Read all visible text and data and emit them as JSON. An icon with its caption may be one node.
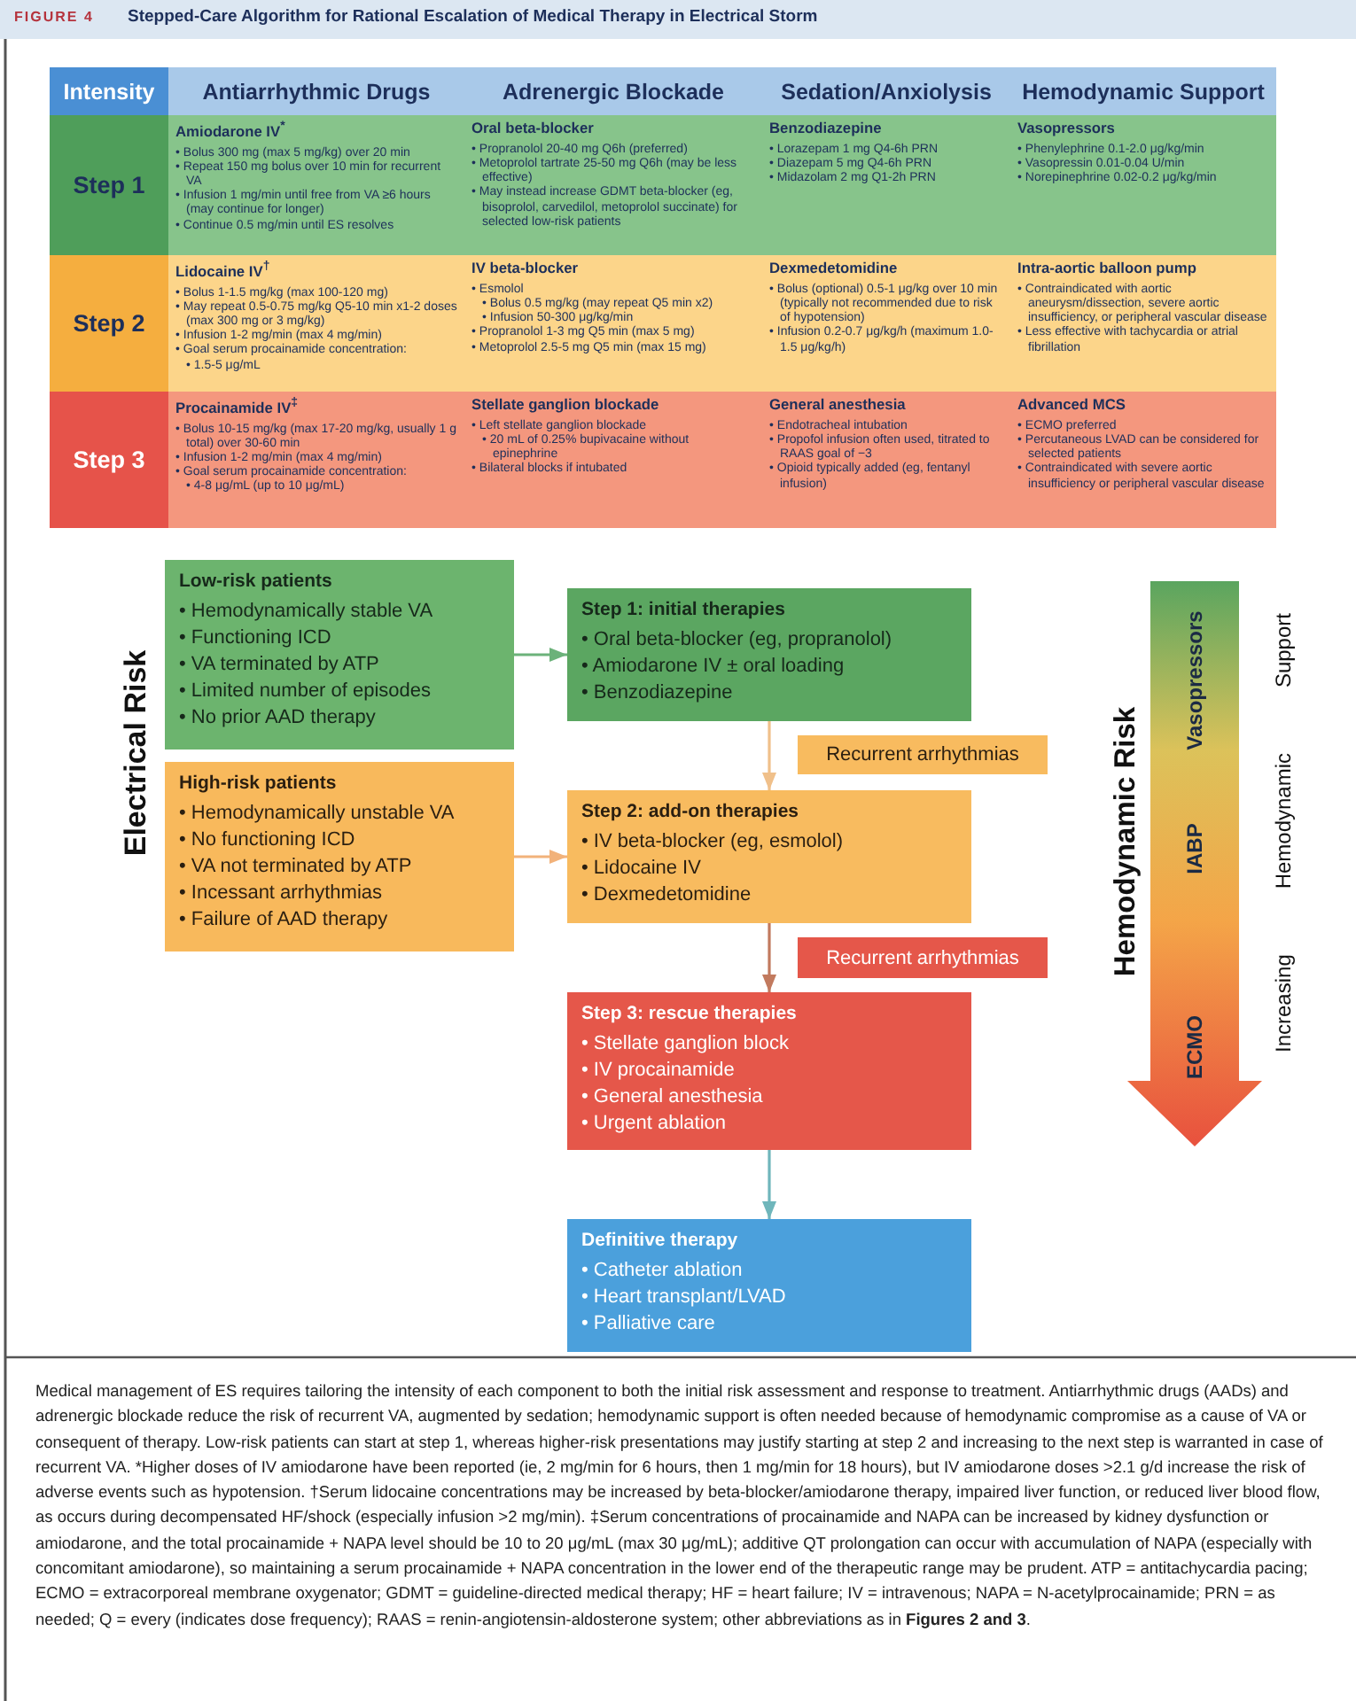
{
  "diagram": {
    "title": "Stepped-Care Algorithm for Rational Escalation of Medical Therapy in Electrical Storm",
    "caption": "Medical management of ES requires tailoring the intensity of each component to both the initial risk assessment and response to treatment. Antiarrhythmic drugs (AADs) and adrenergic blockade reduce the risk of recurrent VA, augmented by sedation; hemodynamic support is often needed because of hemodynamic compromise as a cause of VA or consequent of therapy. Low-risk patients can start at step 1, whereas higher-risk presentations may justify starting at step 2 and increasing to the next step is warranted in case of recurrent VA. *Higher doses of IV amiodarone have been reported (ie, 2 mg/min for 6 hours, then 1 mg/min for 18 hours), but IV amiodarone doses >2.1 g/d increase the risk of adverse events such as hypotension. †Serum lidocaine concentrations may be increased by beta-blocker/amiodarone therapy, impaired liver function, or reduced liver blood flow, as occurs during decompensated HF/shock (especially infusion >2 mg/min). ‡Serum concentrations of procainamide and NAPA can be increased by kidney dysfunction or amiodarone, and the total procainamide + NAPA level should be 10 to 20 μg/mL (max 30 μg/mL); additive QT prolongation can occur with accumulation of NAPA (especially with concomitant amiodarone), so maintaining a serum procainamide + NAPA concentration in the lower end of the therapeutic range may be prudent. ATP = antitachycardia pacing; ECMO = extracorporeal membrane oxygenator; GDMT = guideline-directed medical therapy; HF = heart failure; IV = intravenous; NAPA = N-acetylprocainamide; PRN = as needed; Q = every (indicates dose frequency); RAAS = renin-angiotensin-aldosterone system; other abbreviations as in **Figures 2 and 3**.",
    "nodes": [
      {
        "text": [
          "Intensity"
        ]
      },
      {
        "text": [
          "Antiarrhythmic Drugs"
        ]
      },
      {
        "text": [
          "Adrenergic Blockade"
        ]
      },
      {
        "text": [
          "Sedation/Anxiolysis"
        ]
      },
      {
        "text": [
          "Hemodynamic Support"
        ]
      },
      {
        "text": [
          "Step 1"
        ]
      },
      {
        "text": [
          "Amiodarone IV$^{*}$",
          "• Bolus 300 mg (max 5 mg/kg) over 20 min",
          "• Repeat 150 mg bolus over 10 min for recurrent VA",
          "• Infusion 1 mg/min until free from VA ≥6 hours (may continue for longer)",
          "• Continue 0.5 mg/min until ES resolves"
        ]
      },
      {
        "text": [
          "Oral beta-blocker",
          "• Propranolol 20-40 mg Q6h (preferred)",
          "• Metoprolol tartrate 25-50 mg Q6h (may be less effective)",
          "• May instead increase GDMT beta-blocker (eg, bisoprolol, carvedilol, metoprolol succinate) for selected low-risk patients"
        ]
      },
      {
        "text": [
          "Benzodiazepine",
          "• Lorazepam 1 mg Q4-6h PRN",
          "• Diazepam 5 mg Q4-6h PRN",
          "• Midazolam 2 mg Q1-2h PRN"
        ]
      },
      {
        "text": [
          "Vasopressors",
          "• Phenylephrine 0.1-2.0 μg/kg/min",
          "• Vasopressin 0.01-0.04 U/min",
          "• Norepinephrine 0.02-0.2 μg/kg/min"
        ]
      },
      {
        "text": [
          "Step 2"
        ]
      },
      {
        "text": [
          "Lidocaine IV$^{†}$",
          "• Bolus 1-1.5 mg/kg (max 100-120 mg)",
          "• May repeat 0.5-0.75 mg/kg Q5-10 min x1-2 doses (max 300 mg or 3 mg/kg)",
          "• Infusion 1-2 mg/min (max 4 mg/min)",
          "• Goal serum procainamide concentration:",
          "• 1.5-5 μg/mL"
        ]
      },
      {
        "text": [
          "IV beta-blocker",
          "• Esmolol",
          "• Bolus 0.5 mg/kg (may repeat Q5 min x2)",
          "• Infusion 50-300 μg/kg/min",
          "• Propranolol 1-3 mg Q5 min (max 5 mg)",
          "• Metoprolol 2.5-5 mg Q5 min (max 15 mg)"
        ]
      },
      {
        "text": [
          "Dexmedetomidine",
          "• Bolus (optional) 0.5-1 μg/kg over 10 min (typically not recommended due to risk of hypotension)",
          "• Infusion 0.2-0.7 μg/kg/h (maximum 1.0-1.5 μg/kg/h)"
        ]
      },
      {
        "text": [
          "Intra-aortic balloon pump",
          "• Contraindicated with aortic aneurysm/dissection, severe aortic insufficiency, or peripheral vascular disease",
          "• Less effective with tachycardia or atrial fibrillation"
        ]
      },
      {
        "text": [
          "Step 3"
        ]
      },
      {
        "text": [
          "Procainamide IV$^{‡}$",
          "• Bolus 10-15 mg/kg (max 17-20 mg/kg, usually 1 g total) over 30-60 min",
          "• Infusion 1-2 mg/min (max 4 mg/min)",
          "• Goal serum procainamide concentration:",
          "• 4-8 μg/mL (up to 10 μg/mL)"
        ]
      },
      {
        "text": [
          "Stellate ganglion blockade",
          "• Left stellate ganglion blockade",
          "• 20 mL of 0.25% bupivacaine without epinephrine",
          "• Bilateral blocks if intubated"
        ]
      },
      {
        "text": [
          "General anesthesia",
          "• Endotracheal intubation",
          "• Propofol infusion often used, titrated to RAAS goal of −3",
          "• Opioid typically added (eg, fentanyl infusion)"
        ]
      },
      {
        "text": [
          "Advanced MCS",
          "• ECMO preferred",
          "• Percutaneous LVAD can be considered for selected patients",
          "• Contraindicated with severe aortic insufficiency or peripheral vascular disease"
        ]
      },
      {
        "text": [
          "Low-risk patients",
          "• Hemodynamically stable VA",
          "• Functioning ICD",
          "• VA terminated by ATP",
          "• Limited number of episodes",
          "• No prior AAD therapy"
        ]
      },
      {
        "text": [
          "High-risk patients",
          "• Hemodynamically unstable VA",
          "• No functioning ICD",
          "• VA not terminated by ATP",
          "• Incessant arrhythmias",
          "• Failure of AAD therapy"
        ]
      },
      {
        "text": [
          "Step 1: initial therapies",
          "• Oral beta-blocker (eg, propranolol)",
          "• Amiodarone IV ± oral loading",
          "• Benzodiazepine"
        ]
      },
      {
        "text": [
          "Step 2: add-on therapies",
          "• IV beta-blocker (eg, esmolol)",
          "• Lidocaine IV",
          "• Dexmedetomidine"
        ]
      },
      {
        "text": [
          "Step 3: rescue therapies",
          "• Stellate ganglion block",
          "• IV procainamide",
          "• General anesthesia",
          "• Urgent ablation"
        ]
      },
      {
        "text": [
          "Definitive therapy",
          "• Catheter ablation",
          "• Heart transplant/LVAD",
          "• Palliative care"
        ]
      },
      {
        "text": [
          "Recurrent arrhythmias"
        ]
      },
      {
        "text": [
          "Recurrent arrhythmias"
        ]
      },
      {
        "text": [
          "Vasopressors",
          "IABP",
          "ECMO"
        ],
        "beside": [
          "Hemodynamic Risk",
          "Increasing Hemodynamic Support"
        ]
      }
    ],
    "edges": [
      {
        "from": 20,
        "to": 22,
        "arrow": "to",
        "color": "#6cb27a"
      },
      {
        "from": 21,
        "to": 23,
        "arrow": "to",
        "color": "#f2b27a"
      },
      {
        "from": 22,
        "to": 23,
        "arrow": "to",
        "color": "#f0c08a"
      },
      {
        "from": 23,
        "to": 24,
        "arrow": "to",
        "color": "#c27a5e"
      },
      {
        "from": 24,
        "to": 25,
        "arrow": "to",
        "color": "#6fb6bb"
      }
    ],
    "labels": [
      "FIGURE 4",
      "Electrical Risk"
    ]
  }
}
